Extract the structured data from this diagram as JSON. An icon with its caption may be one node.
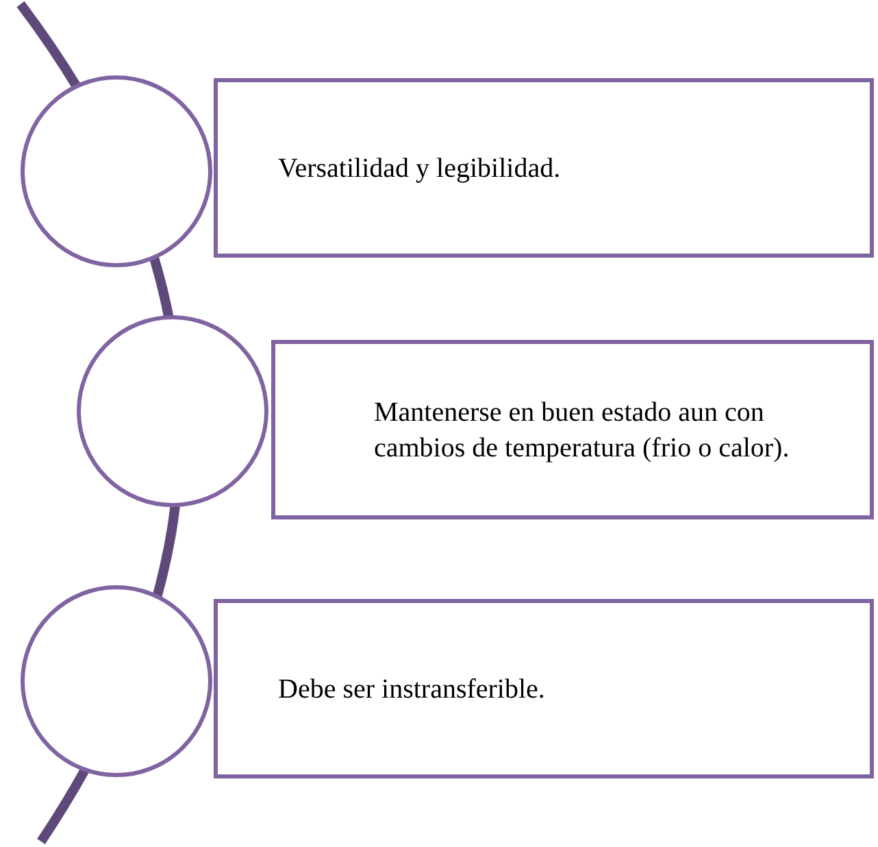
{
  "diagram": {
    "nodes": [
      {
        "text": [],
        "shape": "circle"
      },
      {
        "text": [
          "Versatilidad y legibilidad."
        ]
      },
      {
        "text": [],
        "shape": "circle"
      },
      {
        "text": [
          "Mantenerse en buen estado aun con cambios de temperatura (frio o calor)."
        ]
      },
      {
        "text": [],
        "shape": "circle"
      },
      {
        "text": [
          "Debe ser instransferible."
        ]
      }
    ],
    "edges": []
  }
}
